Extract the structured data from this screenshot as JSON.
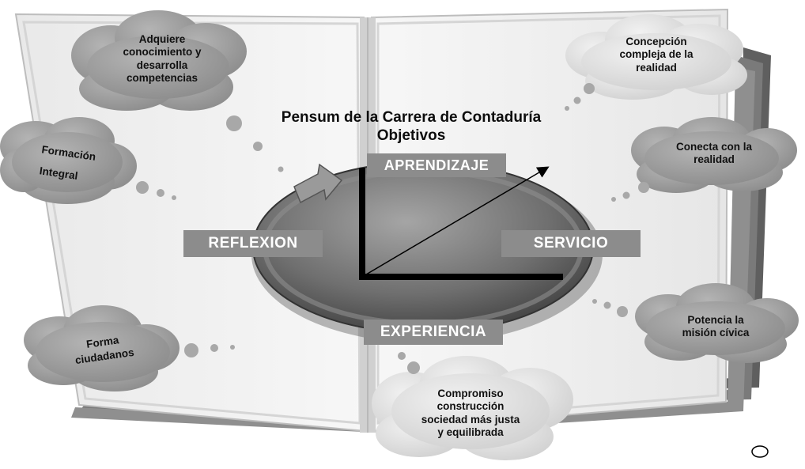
{
  "title": {
    "line1": "Pensum de la Carrera de Contaduría",
    "line2": "Objetivos"
  },
  "axes": {
    "top": "APRENDIZAJE",
    "left": "REFLEXION",
    "right": "SERVICIO",
    "bottom": "EXPERIENCIA"
  },
  "clouds": {
    "top_left": [
      "Adquiere",
      "conocimiento y",
      "desarrolla",
      "competencias"
    ],
    "mid_left": [
      "Formación",
      "Integral"
    ],
    "bottom_left": [
      "Forma",
      "ciudadanos"
    ],
    "top_right": [
      "Concepción",
      "compleja de la",
      "realidad"
    ],
    "mid_right": [
      "Conecta con la",
      "realidad"
    ],
    "lower_right": [
      "Potencia la",
      "misión cívica"
    ],
    "bottom_center": [
      "Compromiso",
      "construcción",
      "sociedad más justa",
      "y equilibrada"
    ]
  },
  "colors": {
    "cloud": "#9a9a9a",
    "label_box": "#8c8c8c",
    "page": "#f2f2f2",
    "cover": "#6e6e6e"
  }
}
